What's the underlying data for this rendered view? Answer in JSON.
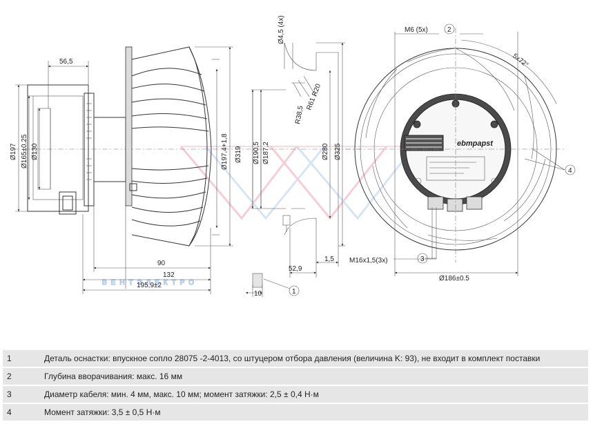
{
  "watermark": "ВЕНТЭЛЕКТРО",
  "side_view": {
    "dims": {
      "d197": "Ø197",
      "d165": "Ø165±0.25",
      "d130": "Ø130",
      "w56_5": "56,5",
      "w90": "90",
      "w132": "132",
      "w195_9": "195,9±2",
      "d197_4": "Ø197,4+1,8",
      "d319": "Ø319",
      "d190_5": "Ø190,5",
      "d187_2": "Ø187,2",
      "d280": "Ø280",
      "d325": "Ø325",
      "holes": "Ø4,5 (4x)",
      "r20": "R20",
      "r61": "R61",
      "r38_5": "R38,5",
      "w52_9": "52,9",
      "w1_5": "1,5",
      "w10": "10"
    },
    "callout_1": "1"
  },
  "front_view": {
    "dims": {
      "m6": "M6 (5x)",
      "angle": "5x72°",
      "m16": "M16x1,5(3x)",
      "d186": "Ø186±0.5"
    },
    "callout_2": "2",
    "callout_3": "3",
    "callout_4": "4",
    "brand": "ebmpapst"
  },
  "notes": [
    {
      "num": "1",
      "text": "Деталь оснастки: впускное сопло 28075 -2-4013, со штуцером отбора давления (величина K: 93), не входит в комплект поставки"
    },
    {
      "num": "2",
      "text": "Глубина вворачивания: макс. 16 мм"
    },
    {
      "num": "3",
      "text": "Диаметр кабеля: мин. 4 мм, макс. 10 мм; момент затяжки: 2,5 ± 0,4 Н·м"
    },
    {
      "num": "4",
      "text": "Момент затяжки: 3,5 ± 0,5 Н·м"
    }
  ]
}
